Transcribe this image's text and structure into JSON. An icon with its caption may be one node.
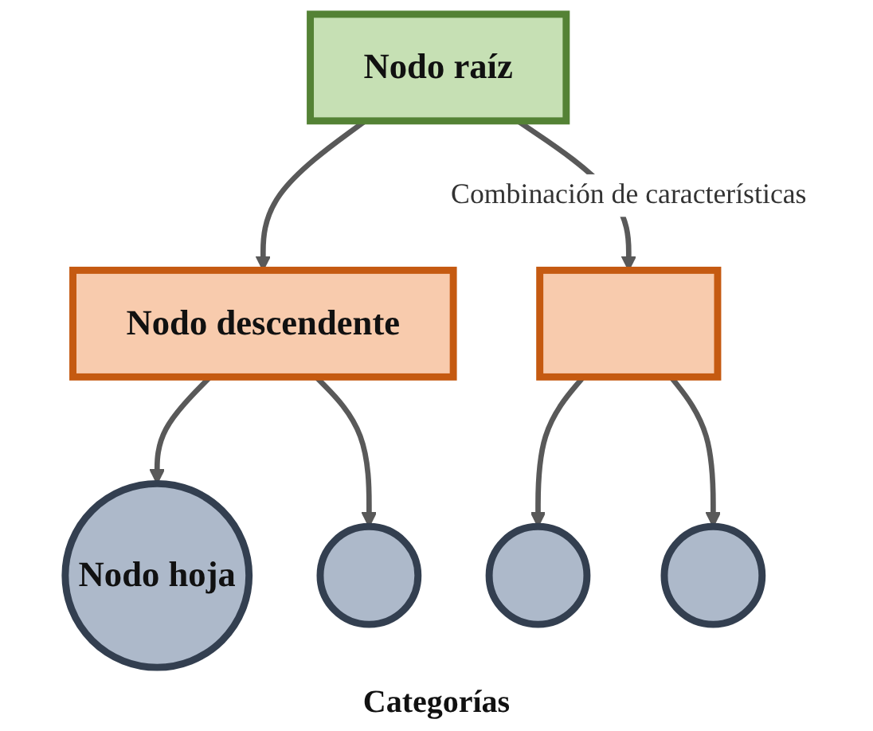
{
  "diagram": {
    "nodes": [
      {
        "text": [
          "Nodo raíz"
        ]
      },
      {
        "text": [
          "Nodo descendente"
        ]
      },
      {
        "text": [],
        "shape": "box"
      },
      {
        "text": [
          "Nodo hoja"
        ]
      },
      {
        "text": [],
        "shape": "circle"
      },
      {
        "text": [],
        "shape": "circle"
      },
      {
        "text": [],
        "shape": "circle"
      }
    ],
    "edges": [
      {
        "from": 0,
        "to": 1,
        "arrow": "to"
      },
      {
        "from": 0,
        "to": 2,
        "arrow": "to",
        "label": "Combinación de características"
      },
      {
        "from": 1,
        "to": 3,
        "arrow": "to"
      },
      {
        "from": 1,
        "to": 4,
        "arrow": "to"
      },
      {
        "from": 2,
        "to": 5,
        "arrow": "to"
      },
      {
        "from": 2,
        "to": 6,
        "arrow": "to"
      }
    ],
    "labels": [
      "Categorías"
    ]
  }
}
